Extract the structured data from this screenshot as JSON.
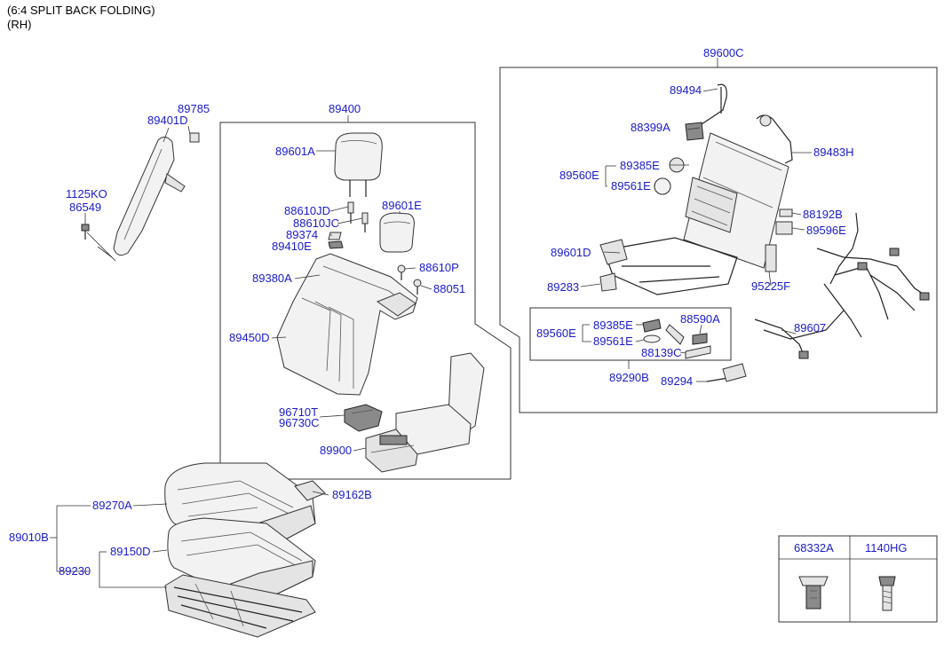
{
  "header": {
    "line1": "(6:4 SPLIT BACK FOLDING)",
    "line2": "(RH)"
  },
  "labels": {
    "p89600C": "89600C",
    "p89494": "89494",
    "p88399A": "88399A",
    "p89483H": "89483H",
    "p89385E_top": "89385E",
    "p89560E_top": "89560E",
    "p89561E_top": "89561E",
    "p88192B": "88192B",
    "p89596E": "89596E",
    "p89601D": "89601D",
    "p95225F": "95225F",
    "p89283": "89283",
    "p89560E_sub": "89560E",
    "p89385E_sub": "89385E",
    "p88590A": "88590A",
    "p89561E_sub": "89561E",
    "p88139C": "88139C",
    "p89290B": "89290B",
    "p89294": "89294",
    "p89607": "89607",
    "p89785": "89785",
    "p89401D": "89401D",
    "p1125KO": "1125KO",
    "p86549": "86549",
    "p89400": "89400",
    "p89601A": "89601A",
    "p88610JD": "88610JD",
    "p88610JC": "88610JC",
    "p89601E": "89601E",
    "p89374": "89374",
    "p89410E": "89410E",
    "p88610P": "88610P",
    "p89380A": "89380A",
    "p88051": "88051",
    "p89450D": "89450D",
    "p96710T": "96710T",
    "p96730C": "96730C",
    "p89900": "89900",
    "p89162B": "89162B",
    "p89270A": "89270A",
    "p89010B": "89010B",
    "p89150D": "89150D",
    "p89230": "89230"
  },
  "table": {
    "col1": "68332A",
    "col2": "1140HG"
  }
}
